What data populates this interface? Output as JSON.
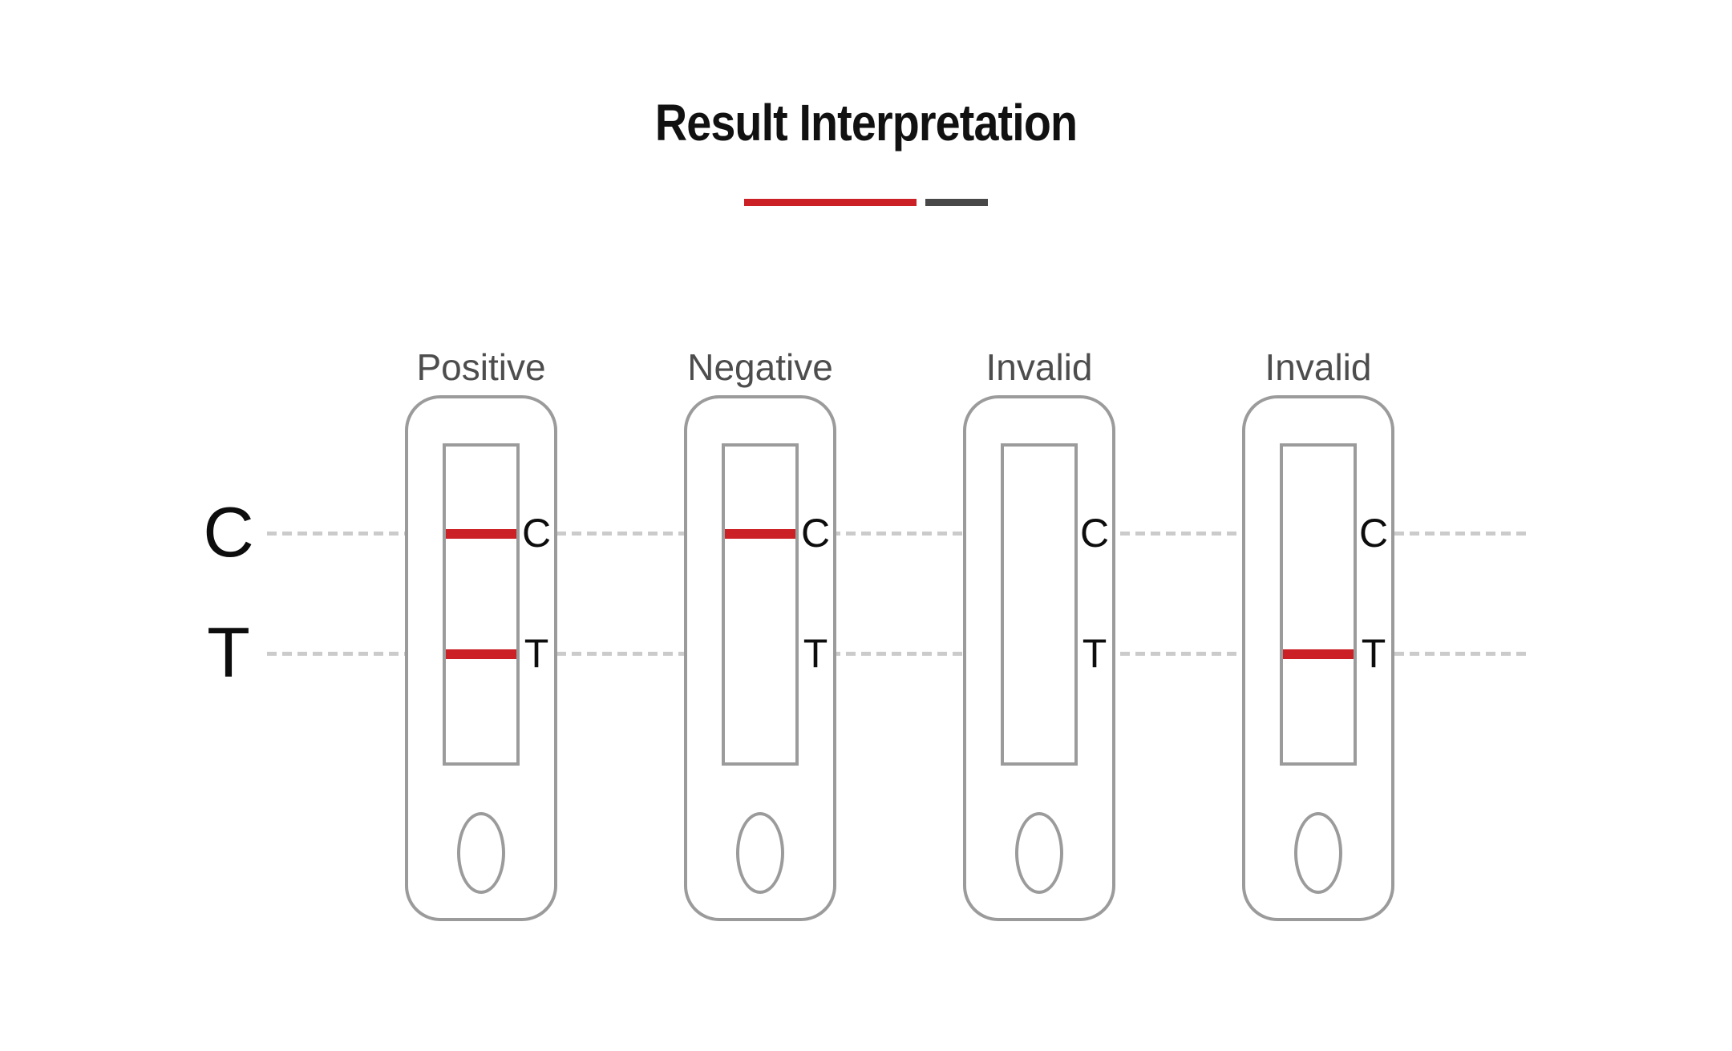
{
  "title": {
    "text": "Result Interpretation"
  },
  "divider": {
    "red_bar_color": "#cb2026",
    "dark_bar_color": "#484848"
  },
  "axis": {
    "control_label": "C",
    "test_label": "T"
  },
  "cassettes": [
    {
      "label": "Positive",
      "control_line": true,
      "test_line": true
    },
    {
      "label": "Negative",
      "control_line": true,
      "test_line": false
    },
    {
      "label": "Invalid",
      "control_line": false,
      "test_line": false
    },
    {
      "label": "Invalid",
      "control_line": false,
      "test_line": true
    }
  ],
  "colors": {
    "line_red": "#cb2026",
    "cassette_border_gray": "#9b9b9b",
    "dash_gray": "#cbcbcb",
    "label_gray": "#4d4d4d",
    "text_black": "#0d0d0d"
  }
}
